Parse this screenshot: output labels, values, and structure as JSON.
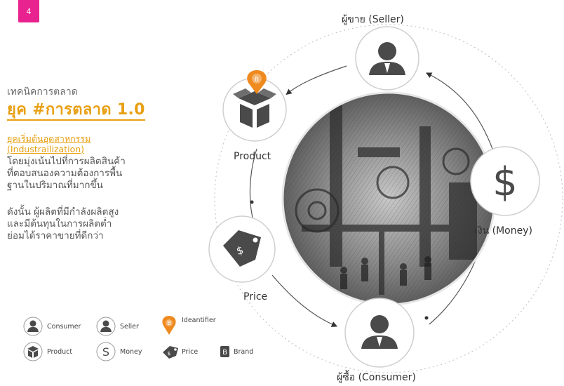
{
  "page": {
    "number": "4"
  },
  "left": {
    "subtitle": "เทคนิคการตลาด",
    "title": "ยุค #การตลาด 1.0",
    "era_title": "ยุคเริ่มต้นอุตสาหกรรม",
    "era_term": "(Industrailization)",
    "para1": [
      "โดยมุ่งเน้นไปที่การผลิตสินค้า",
      "ที่ตอบสนองความต้องการพื้น",
      "ฐานในปริมาณที่มากขึ้น"
    ],
    "para2": [
      "ดังนั้น ผู้ผลิตที่มีกำลังผลิตสูง",
      "และมีต้นทุนในการผลิตต่ำ",
      "ย่อมได้ราคาขายที่ดีกว่า"
    ]
  },
  "diagram": {
    "seller_label": "ผู้ขาย (Seller)",
    "product_label": "Product",
    "money_label": "เงิน (Money)",
    "price_label": "Price",
    "consumer_label": "ผู้ซื้อ (Consumer)",
    "brand_badge": "B",
    "money_symbol": "$",
    "price_symbol": "$",
    "center_image": "industrial-factory-engraving"
  },
  "legend": {
    "consumer": "Consumer",
    "seller": "Seller",
    "identifier": "Ideantifier",
    "identifier_badge": "B",
    "product": "Product",
    "money": "Money",
    "money_symbol": "S",
    "price": "Price",
    "price_symbol": "$",
    "brand": "Brand",
    "brand_symbol": "B"
  },
  "colors": {
    "accent": "#e8a013",
    "pin": "#ef8a1f",
    "badge": "#e8228f",
    "icon": "#4a4a4a"
  }
}
